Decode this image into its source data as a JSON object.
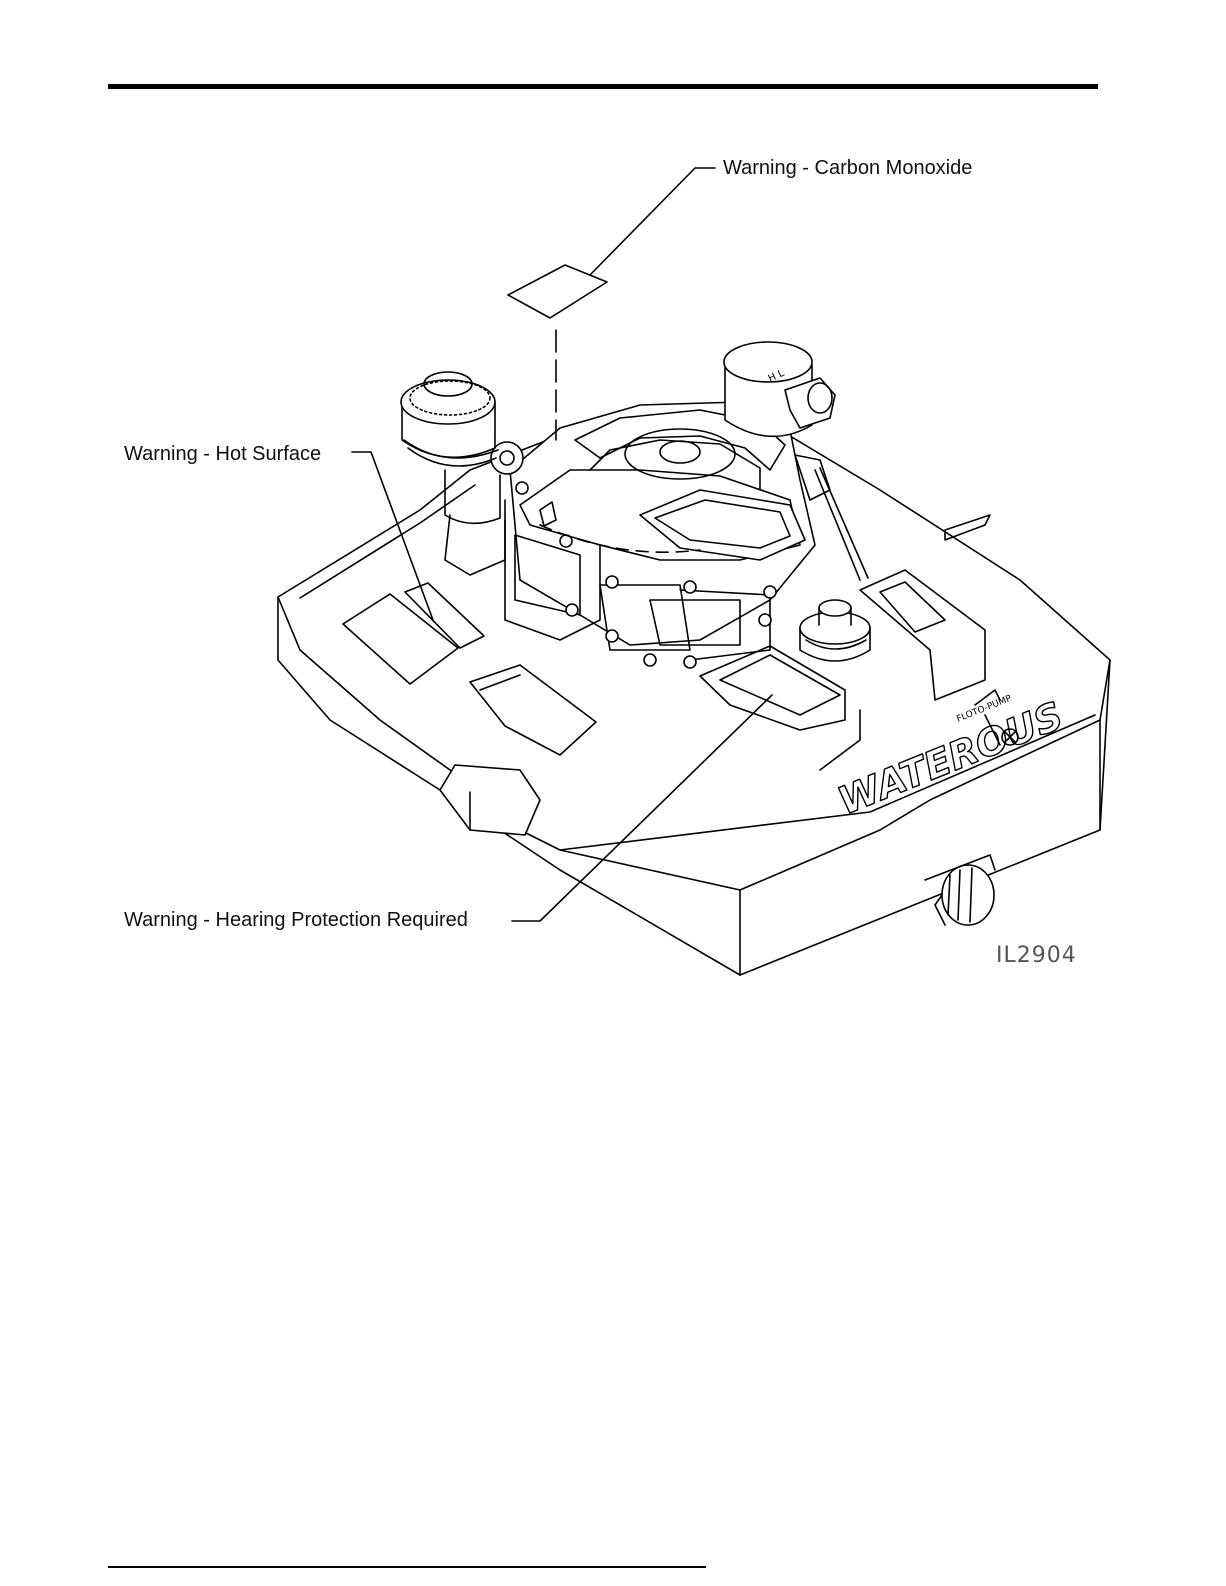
{
  "callouts": {
    "carbon_monoxide": "Warning - Carbon Monoxide",
    "hot_surface": "Warning - Hot Surface",
    "hearing_protection": "Warning - Hearing Protection Required"
  },
  "figure_id": "IL2904",
  "brand": {
    "name": "WATEROUS",
    "product": "FLOTO-PUMP"
  },
  "icons": {
    "pump": "floating-pump-illustration",
    "label_patch": "warning-label-patch-icon",
    "rules": "horizontal-rule"
  },
  "colors": {
    "ink": "#000000",
    "paper": "#ffffff",
    "figure_id": "#555555"
  }
}
